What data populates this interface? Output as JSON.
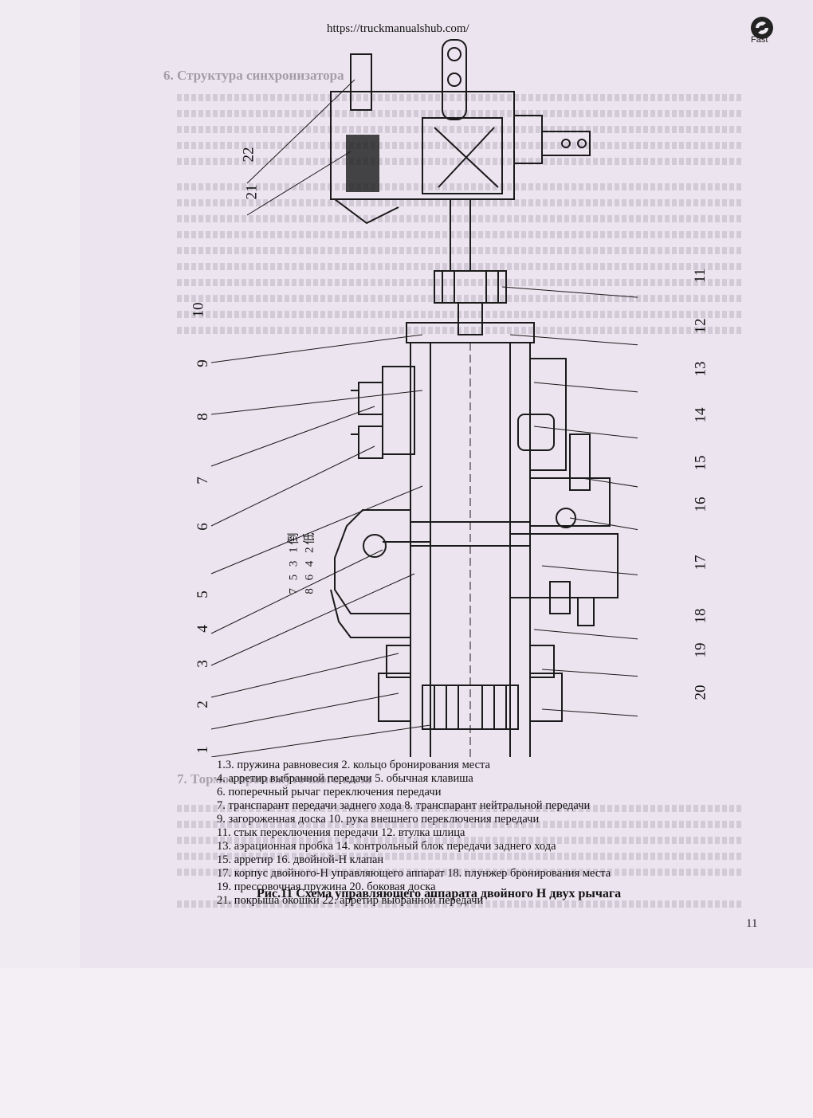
{
  "header": {
    "url": "https://truckmanualshub.com/",
    "logo_text": "Fast"
  },
  "figure": {
    "callouts": [
      "1",
      "2",
      "3",
      "4",
      "5",
      "6",
      "7",
      "8",
      "9",
      "10",
      "11",
      "12",
      "13",
      "14",
      "15",
      "16",
      "17",
      "18",
      "19",
      "20",
      "21",
      "22"
    ],
    "gear_marks_top": "7 5 3 1倒",
    "gear_marks_bottom": "8 6 4 2低"
  },
  "legend": {
    "lines": [
      "1.3. пружина равновесия     2. кольцо бронирования места",
      "4. арретир выбранной передачи     5. обычная клавиша",
      "6. поперечный рычаг переключения передачи",
      "7. транспарант передачи заднего хода     8. транспарант нейтральной передачи",
      "9. загороженная доска     10. рука внешнего переключения передачи",
      "11. стык переключения передачи     12. втулка шлица",
      "13. аэрационная пробка     14. контрольный блок передачи заднего хода",
      "15. арретир     16. двойной-Н клапан",
      "17. корпус двойного-Н управляющего аппарат     18. плунжер бронирования места",
      "19. прессовочная пружина     20. боковая доска",
      "21. покрыша окошки     22. арретир выбранной передачи"
    ]
  },
  "caption": "Рис.11  Схема  управляющего  аппарата  двойного  Н  двух  рычага",
  "page_number": "11",
  "colors": {
    "ink": "#1a1a1a",
    "paper": "#ece4ef"
  }
}
